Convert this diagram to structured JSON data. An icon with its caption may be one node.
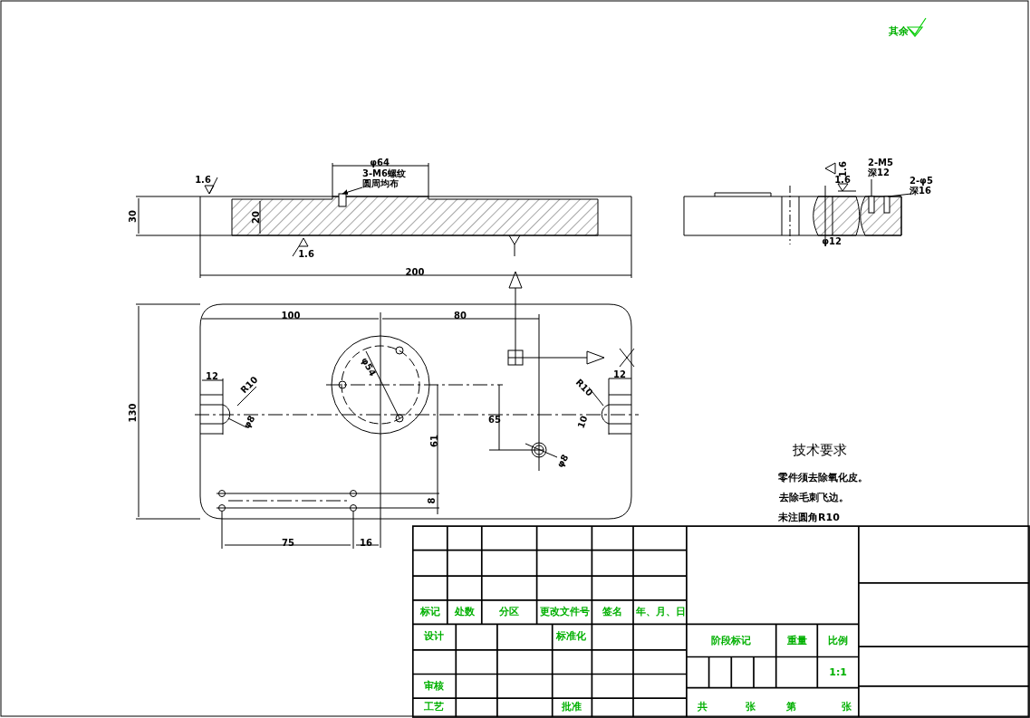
{
  "diagram": {
    "nodes": [
      {
        "text": [
          "3-M6螺纹圆周均布"
        ]
      },
      {
        "text": [
          "2-M5 深12"
        ]
      },
      {
        "text": [
          "2-φ5 深16"
        ]
      },
      {
        "text": [],
        "shape": "box"
      },
      {
        "text": [],
        "shape": "box"
      },
      {
        "text": [],
        "shape": "box"
      }
    ],
    "edges": [
      {
        "from": 0,
        "to": 3,
        "arrow": "to"
      },
      {
        "from": 1,
        "to": 4,
        "arrow": "none"
      },
      {
        "from": 2,
        "to": 5,
        "arrow": "none"
      }
    ],
    "labels": [
      "其余",
      "1.6",
      "φ64",
      "30",
      "20",
      "1.6",
      "200",
      "1.6",
      "1.6",
      "φ12",
      "100",
      "80",
      "130",
      "12",
      "R10",
      "φ8",
      "φ54",
      "65",
      "61",
      "8",
      "75",
      "16",
      "12",
      "R10",
      "10",
      "φ8",
      "技术要求",
      "零件须去除氧化皮。",
      "去除毛刺飞边。",
      "未注圆角R10",
      "标记",
      "处数",
      "分区",
      "更改文件号",
      "签名",
      "年、月、日",
      "设计",
      "标准化",
      "阶段标记",
      "重量",
      "比例",
      "审核",
      "1:1",
      "工艺",
      "批准",
      "共",
      "张",
      "第",
      "张"
    ]
  }
}
